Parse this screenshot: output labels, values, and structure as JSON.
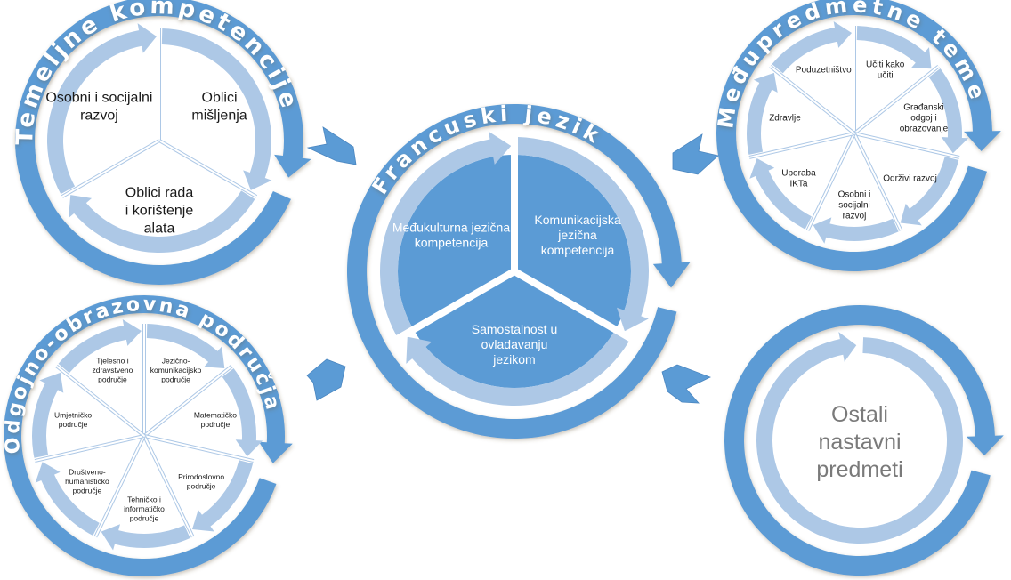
{
  "colors": {
    "ring_dark": "#5b9bd5",
    "ring_light": "#adc8e6",
    "center_fill": "#5b9bd5",
    "background": "#ffffff",
    "divider": "#ffffff"
  },
  "circles": {
    "foundational": {
      "title": "Temeljne kompetencije",
      "segments": [
        {
          "lines": [
            "Oblici",
            "mišljenja"
          ]
        },
        {
          "lines": [
            "Oblici rada",
            "i korištenje",
            "alata"
          ]
        },
        {
          "lines": [
            "Osobni i socijalni",
            "razvoj"
          ]
        }
      ]
    },
    "cross_curricular": {
      "title": "Međupredmetne teme",
      "segments": [
        {
          "lines": [
            "Učiti kako",
            "učiti"
          ]
        },
        {
          "lines": [
            "Građanski",
            "odgoj i",
            "obrazovanje"
          ]
        },
        {
          "lines": [
            "Održivi razvoj"
          ]
        },
        {
          "lines": [
            "Osobni i",
            "socijalni",
            "razvoj"
          ]
        },
        {
          "lines": [
            "Uporaba",
            "IKTa"
          ]
        },
        {
          "lines": [
            "Zdravlje"
          ]
        },
        {
          "lines": [
            "Poduzetništvo"
          ]
        }
      ]
    },
    "center": {
      "title": "Francuski jezik",
      "segments": [
        {
          "lines": [
            "Komunikacijska",
            "jezična",
            "kompetencija"
          ]
        },
        {
          "lines": [
            "Samostalnost u",
            "ovladavanju",
            "jezikom"
          ]
        },
        {
          "lines": [
            "Međukulturna jezična",
            "kompetencija"
          ]
        }
      ]
    },
    "education_areas": {
      "title": "Odgojno-obrazovna područja",
      "segments": [
        {
          "lines": [
            "Jezično-",
            "komunikacijsko",
            "područje"
          ]
        },
        {
          "lines": [
            "Matematičko",
            "područje"
          ]
        },
        {
          "lines": [
            "Prirodoslovno",
            "područje"
          ]
        },
        {
          "lines": [
            "Tehničko i",
            "informatičko",
            "područje"
          ]
        },
        {
          "lines": [
            "Društveno-",
            "humanističko",
            "područje"
          ]
        },
        {
          "lines": [
            "Umjetničko",
            "područje"
          ]
        },
        {
          "lines": [
            "Tjelesno i",
            "zdravstveno",
            "područje"
          ]
        }
      ]
    },
    "other_subjects": {
      "title": "",
      "label_lines": [
        "Ostali",
        "nastavni",
        "predmeti"
      ]
    }
  },
  "connectors": [
    {
      "from": "foundational",
      "to": "center"
    },
    {
      "from": "cross_curricular",
      "to": "center"
    },
    {
      "from": "education_areas",
      "to": "center"
    },
    {
      "from": "other_subjects",
      "to": "center"
    }
  ]
}
